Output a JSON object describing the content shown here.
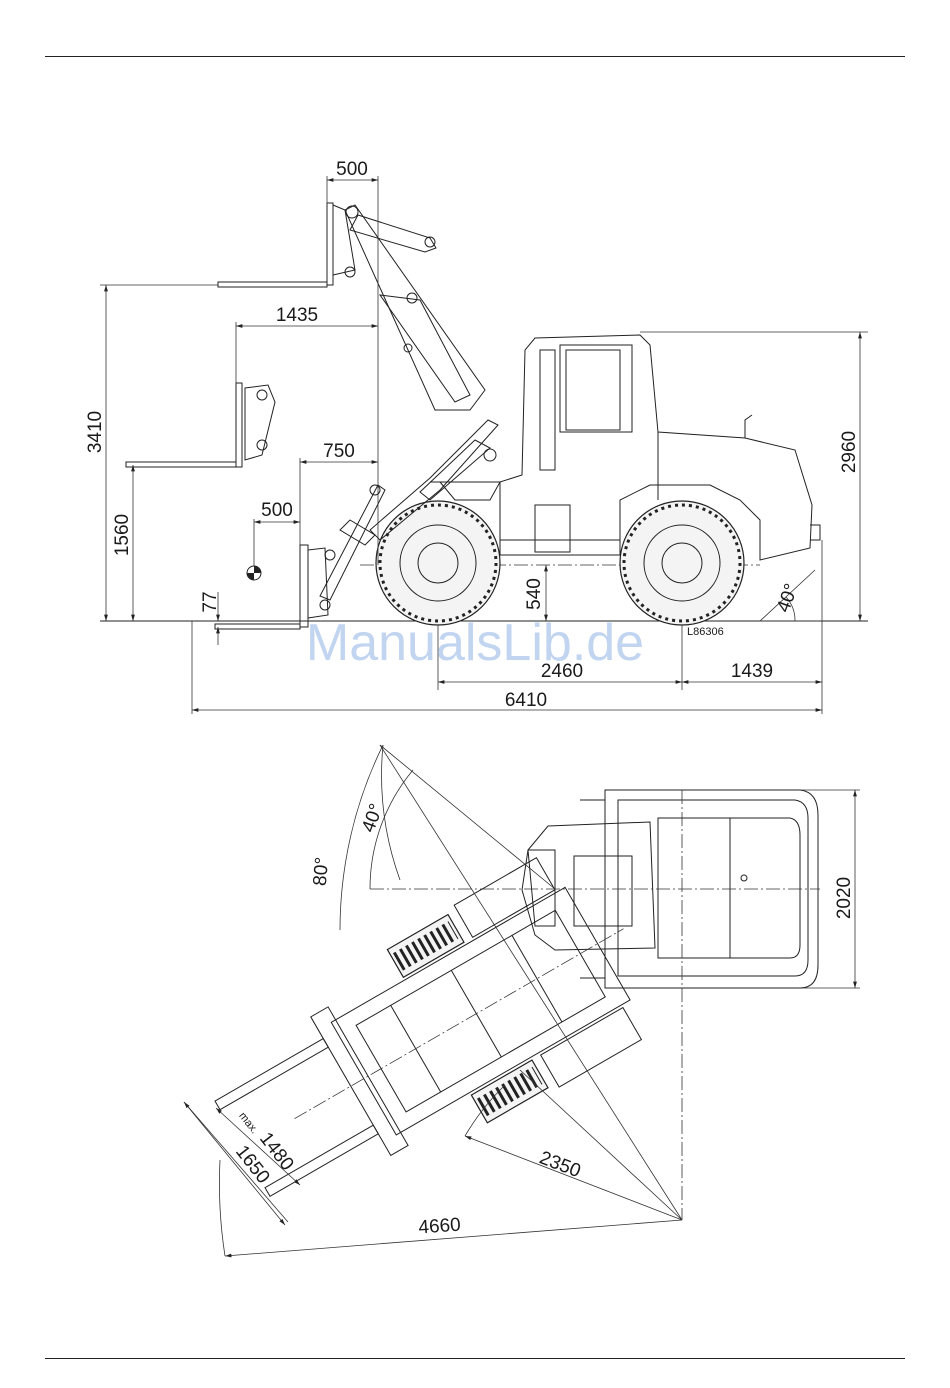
{
  "side_view": {
    "dim_top_500": "500",
    "dim_1435": "1435",
    "dim_750": "750",
    "dim_left_500": "500",
    "dim_3410": "3410",
    "dim_1560": "1560",
    "dim_77": "77",
    "dim_540": "540",
    "dim_2960": "2960",
    "angle_40": "40°",
    "dim_2460": "2460",
    "dim_1439": "1439",
    "dim_6410": "6410",
    "drawing_ref": "L86306"
  },
  "top_view": {
    "angle_40": "40°",
    "angle_80": "80°",
    "dim_2020": "2020",
    "dim_max": "max.",
    "dim_1480": "1480",
    "dim_1650": "1650",
    "dim_2350": "2350",
    "dim_4660": "4660"
  },
  "watermark": "ManualsLib.de"
}
